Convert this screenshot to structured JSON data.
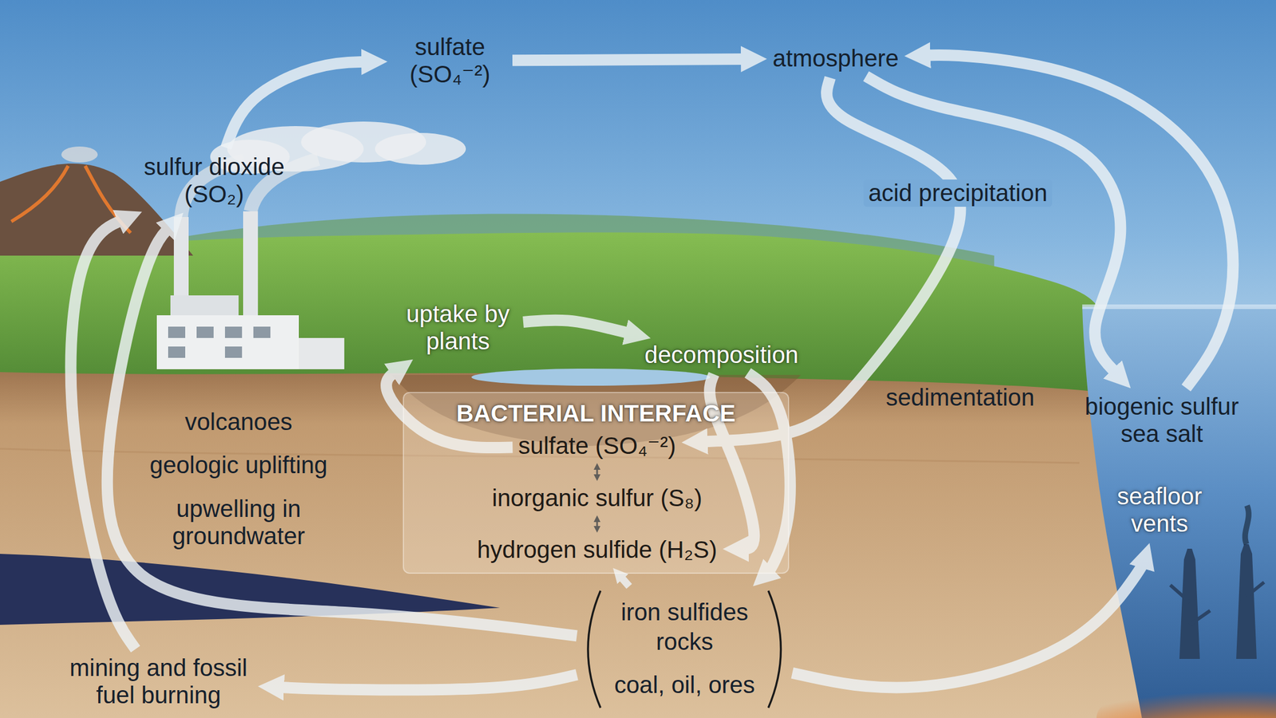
{
  "diagram": {
    "nodes": [
      {
        "text": [
          "sulfate (SO₄⁻²)"
        ]
      },
      {
        "text": [
          "atmosphere"
        ]
      },
      {
        "text": [
          "sulfur dioxide (SO₂)"
        ]
      },
      {
        "text": [
          "uptake by plants"
        ]
      },
      {
        "text": [
          "decomposition"
        ]
      },
      {
        "text": [
          "BACTERIAL INTERFACE"
        ]
      },
      {
        "text": [
          "sulfate (SO₄⁻²)"
        ],
        "in": 5
      },
      {
        "text": [
          "inorganic sulfur (S₈)"
        ],
        "in": 5
      },
      {
        "text": [
          "hydrogen sulfide (H₂S)"
        ],
        "in": 5
      },
      {
        "text": [
          "biogenic sulfur sea salt"
        ]
      },
      {
        "text": [
          "seafloor vents"
        ]
      },
      {
        "text": [
          "iron sulfides",
          "rocks",
          "coal, oil, ores"
        ]
      },
      {
        "text": [
          "mining and fossil fuel burning"
        ]
      }
    ],
    "edges": [
      {
        "from": 2,
        "to": 0,
        "arrow": "to"
      },
      {
        "from": 0,
        "to": 1,
        "arrow": "to"
      },
      {
        "from": 9,
        "to": 1,
        "arrow": "to"
      },
      {
        "from": 1,
        "to": 9,
        "arrow": "to"
      },
      {
        "from": 1,
        "to": 6,
        "label": "acid precipitation",
        "arrow": "to"
      },
      {
        "from": 6,
        "to": 7,
        "arrow": "both"
      },
      {
        "from": 7,
        "to": 8,
        "arrow": "both"
      },
      {
        "from": 6,
        "to": 3,
        "arrow": "to"
      },
      {
        "from": 3,
        "to": 4,
        "arrow": "to"
      },
      {
        "from": 4,
        "to": 8,
        "arrow": "to"
      },
      {
        "from": 4,
        "to": 11,
        "arrow": "to"
      },
      {
        "from": 11,
        "to": 8,
        "arrow": "to"
      },
      {
        "from": 11,
        "to": 12,
        "arrow": "to"
      },
      {
        "from": 11,
        "to": 10,
        "arrow": "to"
      },
      {
        "from": 12,
        "to": 2,
        "arrow": "to"
      },
      {
        "from": 11,
        "to": 2,
        "arrow": "to"
      }
    ],
    "labels": [
      "sedimentation",
      "volcanoes",
      "geologic uplifting",
      "upwelling in groundwater"
    ]
  }
}
